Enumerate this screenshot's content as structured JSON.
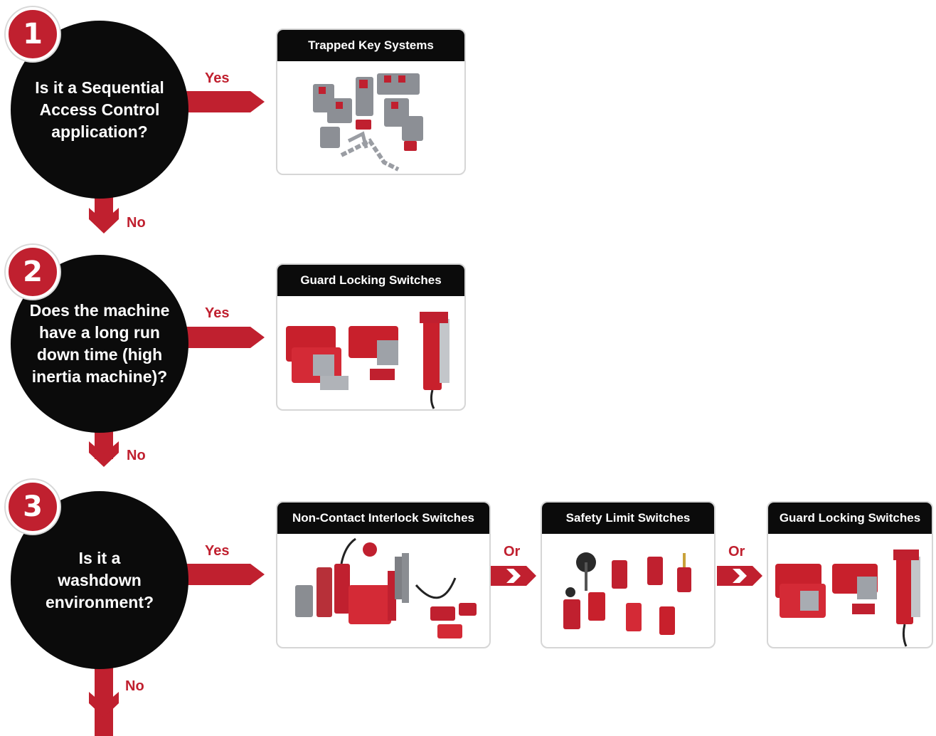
{
  "steps": [
    {
      "number": "1",
      "question": "Is it a Sequential Access Control application?"
    },
    {
      "number": "2",
      "question": "Does the machine have a long run down time (high inertia machine)?"
    },
    {
      "number": "3",
      "question": "Is it a washdown environment?"
    }
  ],
  "labels": {
    "yes": "Yes",
    "no": "No",
    "or": "Or"
  },
  "products": {
    "trapped_key": {
      "title": "Trapped Key Systems",
      "icon": "trapped-key-image"
    },
    "guard_locking_1": {
      "title": "Guard Locking Switches",
      "icon": "guard-locking-switch-image"
    },
    "non_contact": {
      "title": "Non-Contact Interlock Switches",
      "icon": "non-contact-switch-image"
    },
    "safety_limit": {
      "title": "Safety Limit Switches",
      "icon": "limit-switch-image"
    },
    "guard_locking_2": {
      "title": "Guard Locking Switches",
      "icon": "guard-locking-switch-image"
    }
  },
  "colors": {
    "accent": "#c0202f",
    "dark": "#0b0b0b"
  }
}
